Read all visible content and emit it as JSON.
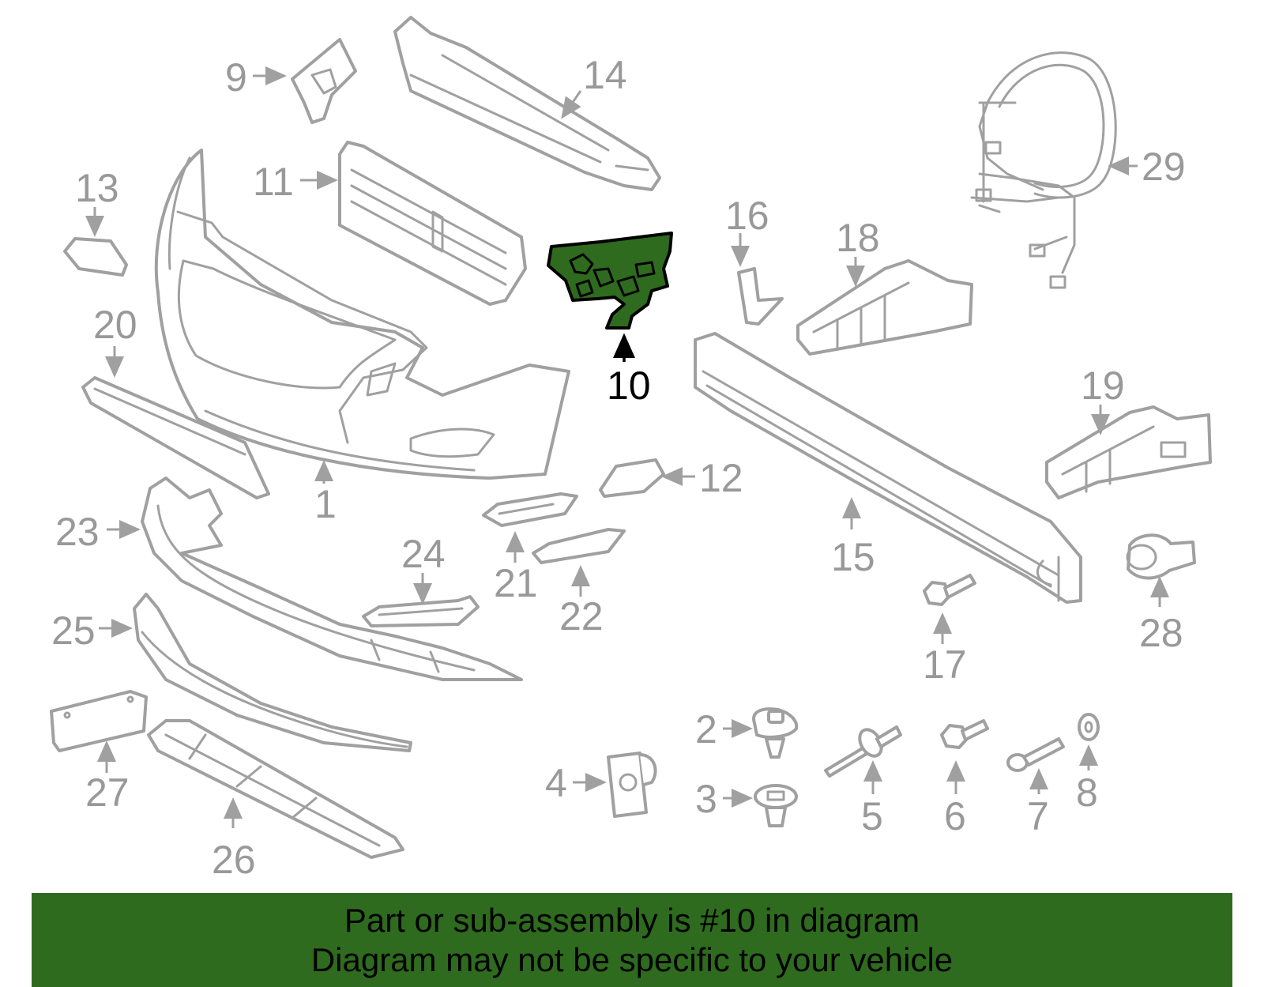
{
  "diagram": {
    "highlighted_callout": "10",
    "highlight_color": "#2e6b1e",
    "part_color": "#a0a0a0",
    "callouts": [
      "1",
      "2",
      "3",
      "4",
      "5",
      "6",
      "7",
      "8",
      "9",
      "10",
      "11",
      "12",
      "13",
      "14",
      "15",
      "16",
      "17",
      "18",
      "19",
      "20",
      "21",
      "22",
      "23",
      "24",
      "25",
      "26",
      "27",
      "28",
      "29"
    ]
  },
  "banner": {
    "line1": "Part or sub-assembly is #10 in diagram",
    "line2": "Diagram may not be specific to your vehicle"
  }
}
